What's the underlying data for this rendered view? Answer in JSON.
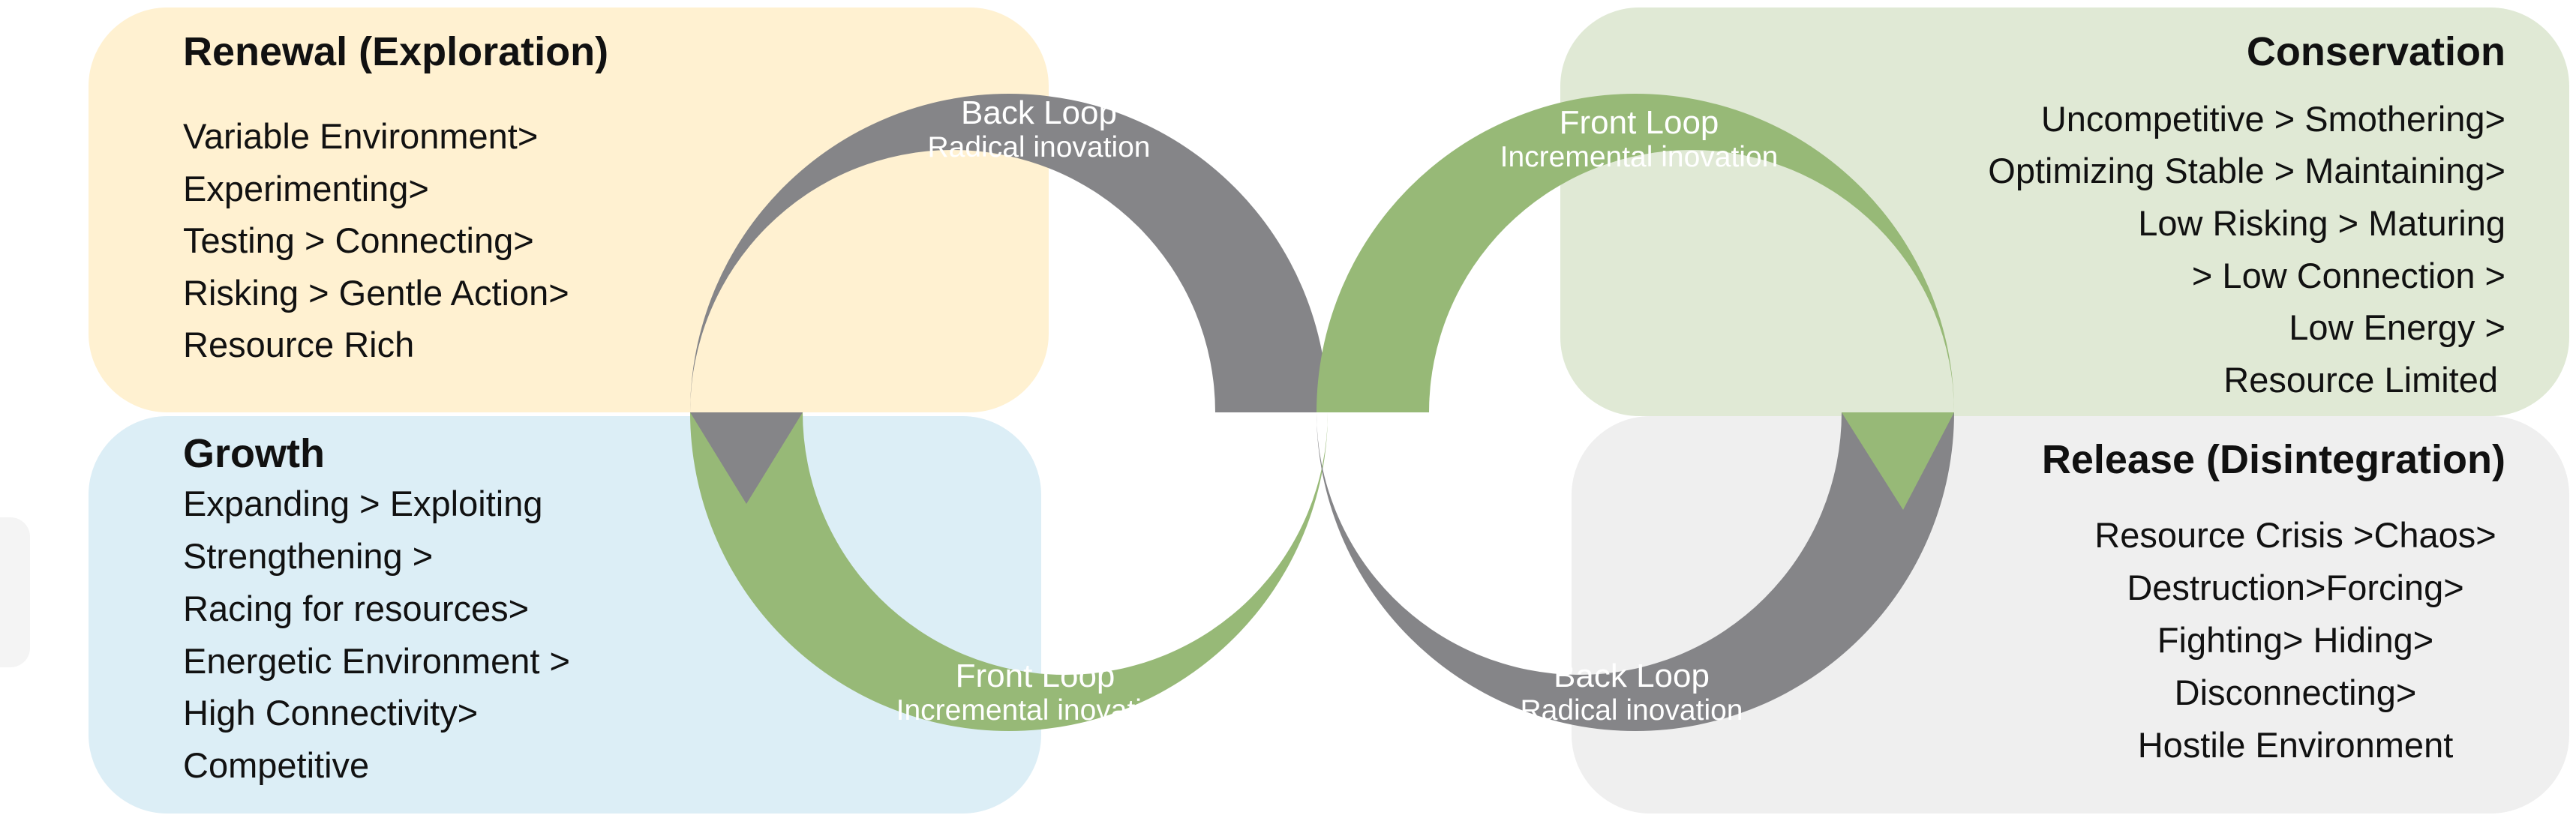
{
  "colors": {
    "renewal_bg": "#FFF1D1",
    "conservation_bg": "#E0E9D5",
    "growth_bg": "#DCEEF6",
    "release_bg": "#EFEFEF",
    "grey_ring": "#858588",
    "green_ring": "#97B977"
  },
  "renewal": {
    "title": "Renewal (Exploration)",
    "lines": [
      "Variable Environment>",
      "Experimenting>",
      "Testing > Connecting>",
      "Risking  >  Gentle Action>",
      "Resource Rich"
    ]
  },
  "conservation": {
    "title": "Conservation",
    "lines": [
      "Uncompetitive > Smothering>",
      "Optimizing Stable > Maintaining>",
      "Low Risking > Maturing",
      "> Low Connection >",
      "Low Energy >",
      "Resource Limited"
    ]
  },
  "growth": {
    "title": "Growth",
    "lines": [
      "Expanding > Exploiting",
      "Strengthening >",
      "Racing for resources>",
      "Energetic Environment >",
      "High Connectivity>",
      "Competitive"
    ]
  },
  "release": {
    "title": "Release (Disintegration)",
    "lines": [
      "Resource Crisis >Chaos>",
      "Destruction>Forcing>",
      "Fighting> Hiding>",
      "Disconnecting>",
      "Hostile Environment"
    ]
  },
  "loops": {
    "left_top": {
      "title": "Back Loop",
      "subtitle": "Radical inovation"
    },
    "left_bottom": {
      "title": "Front Loop",
      "subtitle": "Incremental inovation"
    },
    "right_top": {
      "title": "Front Loop",
      "subtitle": "Incremental inovation"
    },
    "right_bottom": {
      "title": "Back Loop",
      "subtitle": "Radical inovation"
    }
  }
}
